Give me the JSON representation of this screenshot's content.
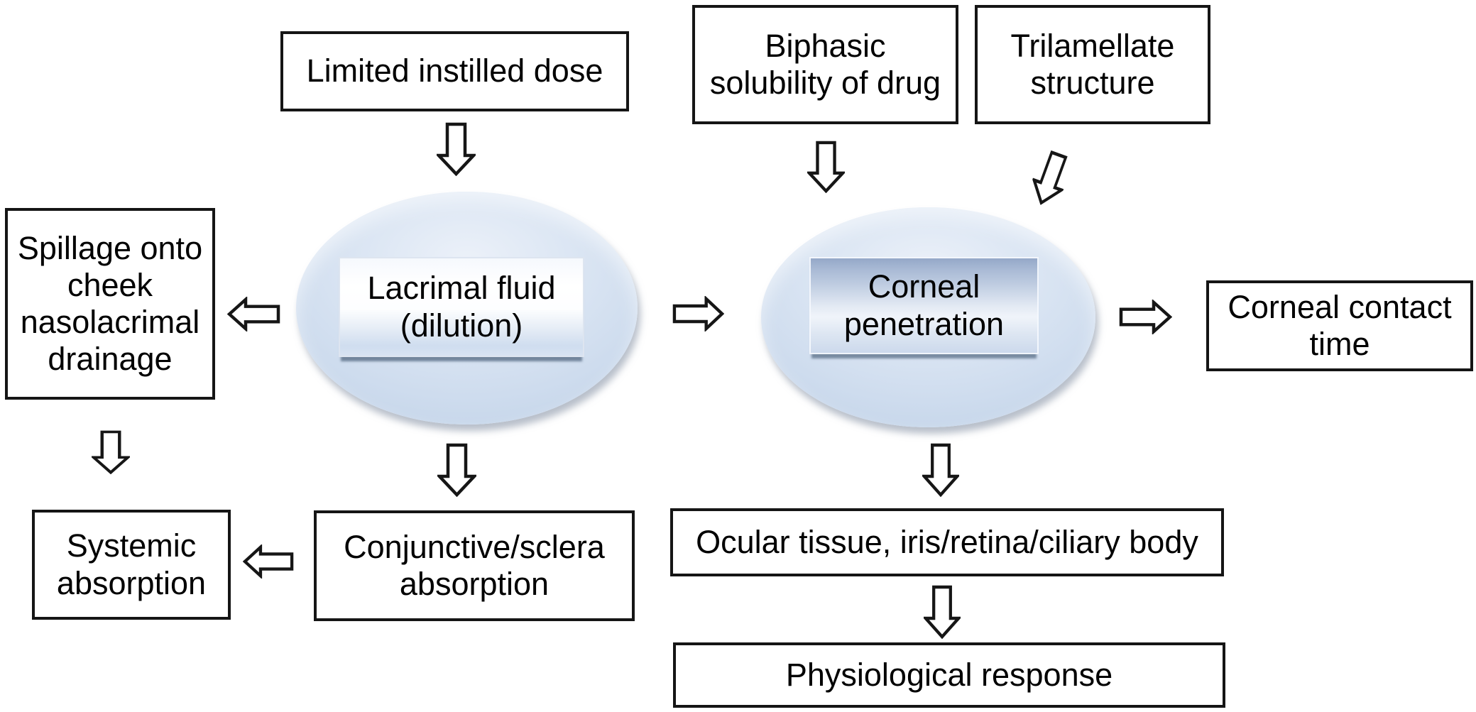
{
  "diagram": {
    "description": "Flow diagram of ocular drug absorption pathways",
    "nodes": {
      "limited_dose": {
        "label": "Limited instilled dose"
      },
      "biphasic_solubility": {
        "label": "Biphasic\nsolubility of drug"
      },
      "trilamellate_structure": {
        "label": "Trilamellate\nstructure"
      },
      "spillage": {
        "label": "Spillage onto\ncheek\nnasolacrimal\ndrainage"
      },
      "lacrimal_fluid": {
        "label": "Lacrimal fluid\n(dilution)"
      },
      "corneal_penetration": {
        "label": "Corneal\npenetration"
      },
      "corneal_contact_time": {
        "label": "Corneal contact\ntime"
      },
      "systemic_absorption": {
        "label": "Systemic\nabsorption"
      },
      "conjunctive_sclera": {
        "label": "Conjunctive/sclera\nabsorption"
      },
      "ocular_tissue": {
        "label": "Ocular tissue, iris/retina/ciliary body"
      },
      "physiological_response": {
        "label": "Physiological response"
      }
    },
    "edges": [
      {
        "from": "limited_dose",
        "to": "lacrimal_fluid",
        "direction": "down"
      },
      {
        "from": "biphasic_solubility",
        "to": "corneal_penetration",
        "direction": "down"
      },
      {
        "from": "trilamellate_structure",
        "to": "corneal_penetration",
        "direction": "down-left"
      },
      {
        "from": "lacrimal_fluid",
        "to": "spillage",
        "direction": "left"
      },
      {
        "from": "lacrimal_fluid",
        "to": "corneal_penetration",
        "direction": "right"
      },
      {
        "from": "corneal_penetration",
        "to": "corneal_contact_time",
        "direction": "right"
      },
      {
        "from": "spillage",
        "to": "systemic_absorption",
        "direction": "down"
      },
      {
        "from": "lacrimal_fluid",
        "to": "conjunctive_sclera",
        "direction": "down"
      },
      {
        "from": "conjunctive_sclera",
        "to": "systemic_absorption",
        "direction": "left"
      },
      {
        "from": "corneal_penetration",
        "to": "ocular_tissue",
        "direction": "down"
      },
      {
        "from": "ocular_tissue",
        "to": "physiological_response",
        "direction": "down"
      }
    ],
    "colors": {
      "background": "#ffffff",
      "box_border": "#151515",
      "box_fill": "#ffffff",
      "text": "#000000",
      "ellipse_center": "#ecf1f9",
      "ellipse_edge": "#b8cade",
      "inner_rect_blue_top": "#94a8c8",
      "inner_rect_light": "#f0f4fa",
      "shadow_line": "#62758d",
      "arrow_fill": "#ffffff",
      "arrow_outline": "#161616"
    }
  }
}
